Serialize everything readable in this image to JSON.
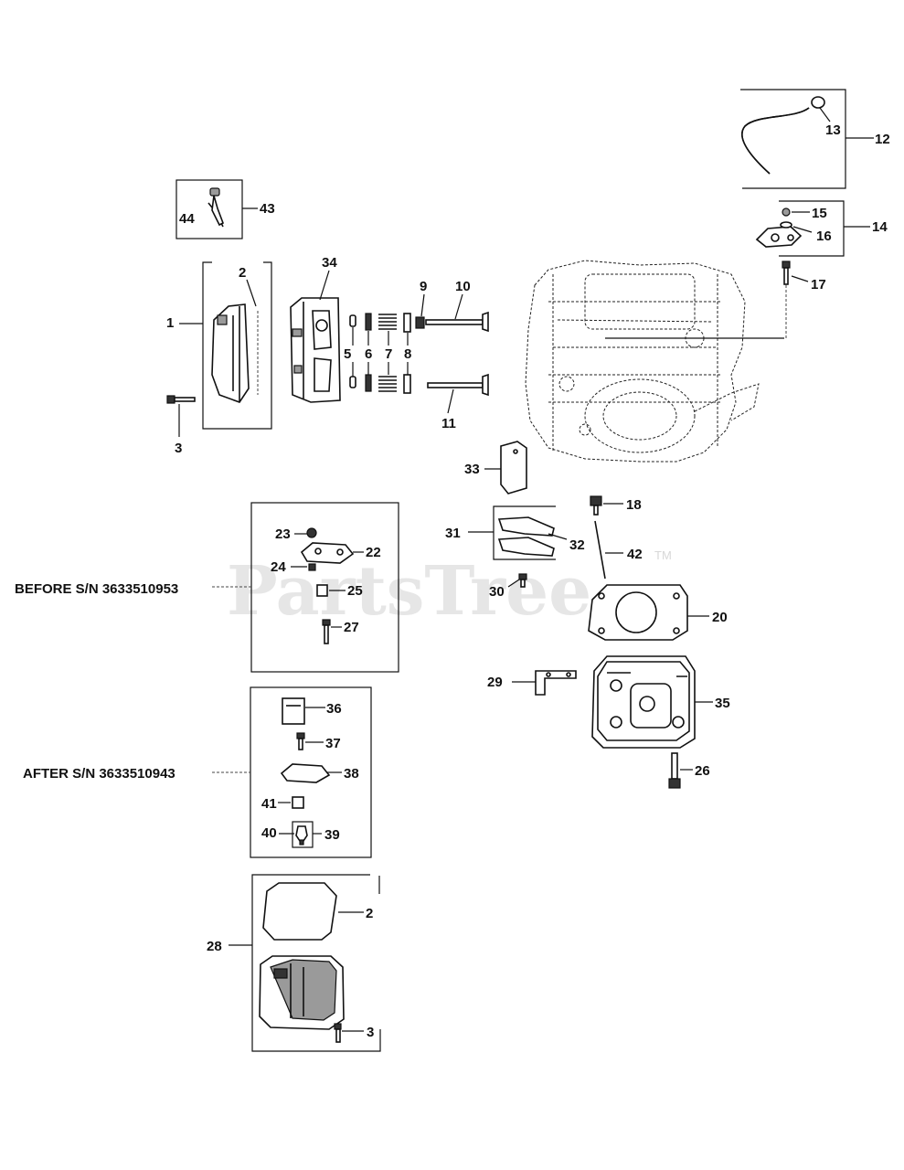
{
  "watermark": {
    "text": "PartsTree",
    "tm": "TM"
  },
  "serials": {
    "before": "BEFORE S/N 3633510953",
    "after": "AFTER S/N 3633510943"
  },
  "callouts": {
    "c1": "1",
    "c2": "2",
    "c2b": "2",
    "c3": "3",
    "c3b": "3",
    "c5": "5",
    "c6": "6",
    "c7": "7",
    "c8": "8",
    "c9": "9",
    "c10": "10",
    "c11": "11",
    "c12": "12",
    "c13": "13",
    "c14": "14",
    "c15": "15",
    "c16": "16",
    "c17": "17",
    "c18": "18",
    "c20": "20",
    "c22": "22",
    "c23": "23",
    "c24": "24",
    "c25": "25",
    "c26": "26",
    "c27": "27",
    "c28": "28",
    "c29": "29",
    "c30": "30",
    "c31": "31",
    "c32": "32",
    "c33": "33",
    "c34": "34",
    "c35": "35",
    "c36": "36",
    "c37": "37",
    "c38": "38",
    "c39": "39",
    "c40": "40",
    "c41": "41",
    "c42": "42",
    "c43": "43",
    "c44": "44"
  },
  "parts": {
    "valve_cover": "valve-cover",
    "cylinder_head": "cylinder-head",
    "head_gasket": "head-gasket",
    "breather_hose": "breather-hose",
    "engine_block": "engine-block-outline",
    "cover_assembly": "valve-cover-assembly"
  }
}
